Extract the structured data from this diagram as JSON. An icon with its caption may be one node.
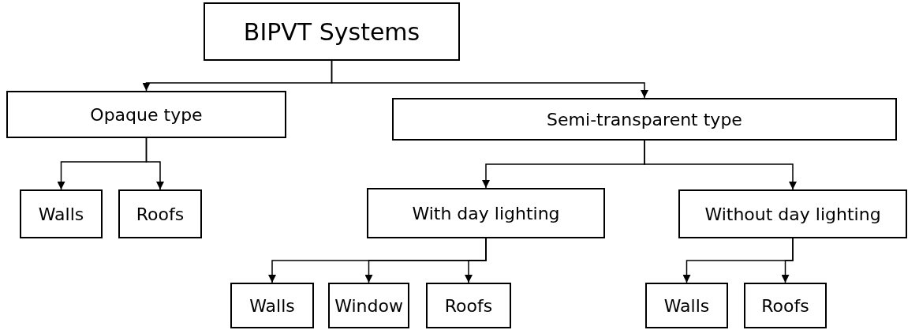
{
  "diagram": {
    "nodes": [
      {
        "text": [
          "BIPVT Systems"
        ]
      },
      {
        "text": [
          "Opaque type"
        ]
      },
      {
        "text": [
          "Semi-transparent type"
        ]
      },
      {
        "text": [
          "Walls"
        ]
      },
      {
        "text": [
          "Roofs"
        ]
      },
      {
        "text": [
          "With day lighting"
        ]
      },
      {
        "text": [
          "Without day lighting"
        ]
      },
      {
        "text": [
          "Walls"
        ]
      },
      {
        "text": [
          "Window"
        ]
      },
      {
        "text": [
          "Roofs"
        ]
      },
      {
        "text": [
          "Walls"
        ]
      },
      {
        "text": [
          "Roofs"
        ]
      }
    ],
    "edges": [
      {
        "from": 0,
        "to": 1,
        "arrow": "to"
      },
      {
        "from": 0,
        "to": 2,
        "arrow": "to"
      },
      {
        "from": 1,
        "to": 3,
        "arrow": "to"
      },
      {
        "from": 1,
        "to": 4,
        "arrow": "to"
      },
      {
        "from": 2,
        "to": 5,
        "arrow": "to"
      },
      {
        "from": 2,
        "to": 6,
        "arrow": "to"
      },
      {
        "from": 5,
        "to": 7,
        "arrow": "to"
      },
      {
        "from": 5,
        "to": 8,
        "arrow": "to"
      },
      {
        "from": 5,
        "to": 9,
        "arrow": "to"
      },
      {
        "from": 6,
        "to": 10,
        "arrow": "to"
      },
      {
        "from": 6,
        "to": 11,
        "arrow": "to"
      }
    ]
  }
}
